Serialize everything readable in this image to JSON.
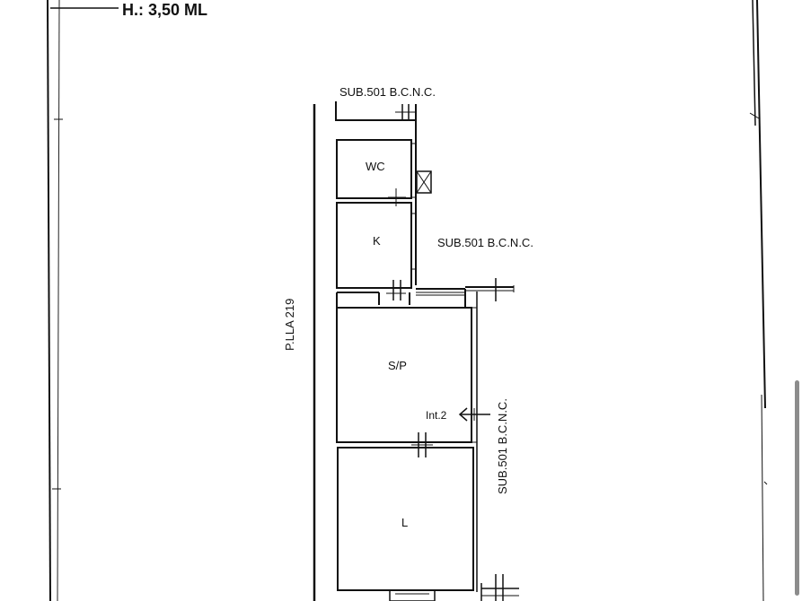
{
  "header": {
    "height_label": "H.: 3,50 ML"
  },
  "labels": {
    "sub_top": "SUB.501 B.C.N.C.",
    "sub_right": "SUB.501 B.C.N.C.",
    "sub_vertical": "SUB.501 B.C.N.C.",
    "plla": "P.LLA 219",
    "int": "Int.2"
  },
  "rooms": {
    "wc": "WC",
    "k": "K",
    "sp": "S/P",
    "l": "L"
  }
}
